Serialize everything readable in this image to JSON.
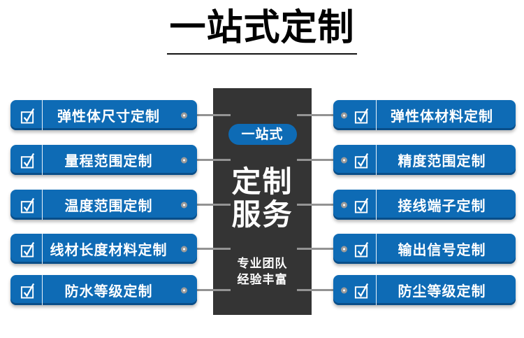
{
  "title": {
    "text": "一站式定制"
  },
  "center": {
    "badge": "一站式",
    "title_lines": [
      "定制",
      "服务"
    ],
    "subtitle_lines": [
      "专业团队",
      "经验丰富"
    ]
  },
  "left_items": [
    {
      "label": "弹性体尺寸定制"
    },
    {
      "label": "量程范围定制"
    },
    {
      "label": "温度范围定制"
    },
    {
      "label": "线材长度材料定制"
    },
    {
      "label": "防水等级定制"
    }
  ],
  "right_items": [
    {
      "label": "弹性体材料定制"
    },
    {
      "label": "精度范围定制"
    },
    {
      "label": "接线端子定制"
    },
    {
      "label": "输出信号定制"
    },
    {
      "label": "防尘等级定制"
    }
  ],
  "icons": {
    "checkbox": "checkbox-check-icon",
    "node": "connector-node"
  },
  "colors": {
    "accent_blue": "#0e6bb5",
    "panel_dark": "#343434",
    "connector_gray": "#939393",
    "title_black": "#000000",
    "text_white": "#ffffff"
  }
}
